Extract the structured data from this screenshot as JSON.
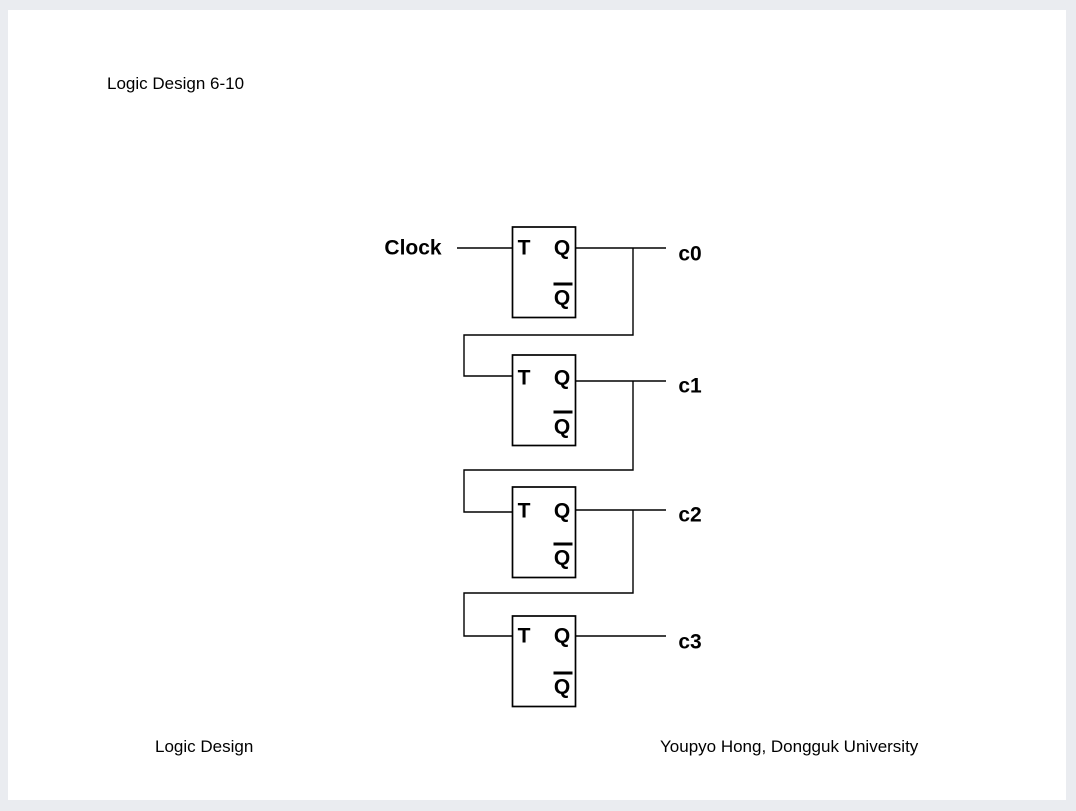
{
  "page": {
    "title": "Logic Design 6-10",
    "footer_left": "Logic Design",
    "footer_right": "Youpyo Hong, Dongguk University",
    "page_background": "#ffffff",
    "frame_color": "#eaecf0",
    "ink_color": "#000000"
  },
  "diagram": {
    "kind": "T flip-flop ripple counter",
    "clock_label": "Clock",
    "flip_flops": [
      {
        "t_label": "T",
        "q_label": "Q",
        "qbar_label": "Q",
        "output_label": "c0"
      },
      {
        "t_label": "T",
        "q_label": "Q",
        "qbar_label": "Q",
        "output_label": "c1"
      },
      {
        "t_label": "T",
        "q_label": "Q",
        "qbar_label": "Q",
        "output_label": "c2"
      },
      {
        "t_label": "T",
        "q_label": "Q",
        "qbar_label": "Q",
        "output_label": "c3"
      }
    ]
  }
}
